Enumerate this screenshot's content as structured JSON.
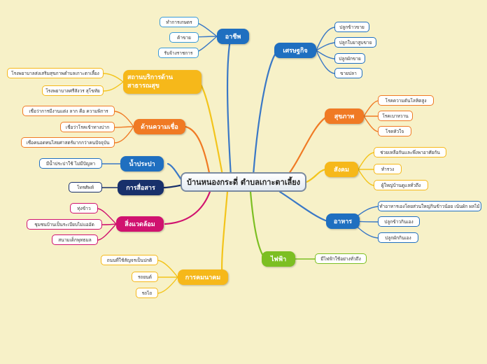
{
  "center": "บ้านหนองกระดี่ ตำบลเกาะตาเลี้ยง",
  "colors": {
    "blue": "#1f6fc0",
    "orange": "#f07a24",
    "yellow": "#f6b81a",
    "navy": "#18306b",
    "magenta": "#d0126f",
    "green": "#7cbf22",
    "link_blue": "#3a78c6",
    "link_orange": "#f07a24",
    "link_yellow": "#f3c41b",
    "link_navy": "#18306b",
    "link_magenta": "#d0126f",
    "link_green": "#7cbf22"
  },
  "branches": {
    "career": {
      "label": "อาชีพ",
      "items": [
        "ทำการเกษตร",
        "ค้าขาย",
        "รับจ้างราชการ"
      ]
    },
    "economy": {
      "label": "เศรษฐกิจ",
      "items": [
        "ปลูกข้าวขาย",
        "ปลูกใบยาสูบขาย",
        "ปลูกผักขาย",
        "ขายปลา"
      ]
    },
    "health_service": {
      "label": "สถานบริการด้าน สาธารณสุข",
      "items": [
        "โรงพยาบาลส่งเสริมสุขภาพตำบลเกาะตาเลี้ยง",
        "โรงพยาบาลศรีสังวร สุโขทัย"
      ]
    },
    "beliefs": {
      "label": "ด้านความเชื่อ",
      "items": [
        "เชื่อว่าการมีงานแต่ง ลาก คือ ความพิการ",
        "เชื่อว่าโรคเข้าทางปาก",
        "เชื่อคนอดทนไสยศาสตร์มากกว่าคนปัจจุบัน"
      ]
    },
    "health": {
      "label": "สุขภาพ",
      "items": [
        "โรคความดันโลหิตสูง",
        "โรคเบาหวาน",
        "โรคหัวใจ"
      ]
    },
    "society": {
      "label": "สังคม",
      "items": [
        "ช่วยเหลือกันและพึ่งพาอาศัยกัน",
        "ทำรวง",
        "ผู้ใหญ่บ้านดูแลทั่วถึง"
      ]
    },
    "water": {
      "label": "น้ำประปา",
      "items": [
        "มีน้ำประปาใช้ ไม่มีปัญหา"
      ]
    },
    "communication": {
      "label": "การสื่อสาร",
      "items": [
        "โทรศัพท์"
      ]
    },
    "environment": {
      "label": "สิ่งแวดล้อม",
      "items": [
        "ทุ่งข้าว",
        "ชุมชนบ้านเป็นระเบียบไม่แออัด",
        "สนามเด็กพุทธมล"
      ]
    },
    "food": {
      "label": "อาหาร",
      "items": [
        "ทำอาหารเองโดยส่วนใหญ่กินข้าวน้อย เน้นผัก ผลไม้",
        "ปลูกข้าวกินเอง",
        "ปลูกผักกินเอง"
      ]
    },
    "electricity": {
      "label": "ไฟฟ้า",
      "items": [
        "มีไฟฟ้าใช้อย่างทั่วถึง"
      ]
    },
    "transport": {
      "label": "การคมนาคม",
      "items": [
        "ถนนที่ใช้สัญจรเป็นปกติ",
        "รถยนต์",
        "รถไถ"
      ]
    }
  }
}
